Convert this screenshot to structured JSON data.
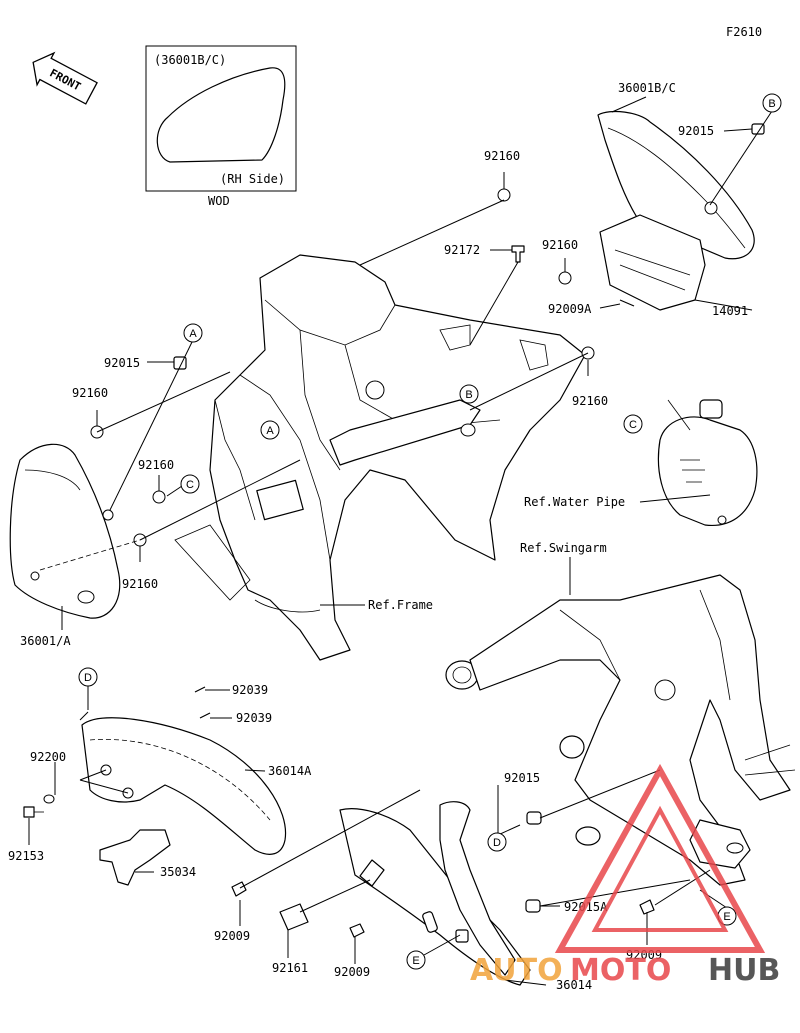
{
  "page": {
    "code": "F2610"
  },
  "front_arrow": {
    "label": "FRONT"
  },
  "inset": {
    "title": "(36001B/C)",
    "subtitle": "(RH Side)",
    "caption": "WOD"
  },
  "callouts": [
    "A",
    "B",
    "C",
    "D",
    "E"
  ],
  "labels": {
    "p_36001bc": "36001B/C",
    "p_92015_b": "92015",
    "p_92160_1": "92160",
    "p_92172": "92172",
    "p_92160_2": "92160",
    "p_92009a": "92009A",
    "p_14091": "14091",
    "p_92160_3": "92160",
    "p_92015_a": "92015",
    "p_92160_4": "92160",
    "p_92160_5": "92160",
    "p_92160_6": "92160",
    "p_36001a": "36001/A",
    "ref_water_pipe": "Ref.Water Pipe",
    "ref_swingarm": "Ref.Swingarm",
    "ref_frame": "Ref.Frame",
    "p_92039_1": "92039",
    "p_92039_2": "92039",
    "p_92200": "92200",
    "p_36014a": "36014A",
    "p_92153": "92153",
    "p_35034": "35034",
    "p_92015_d": "92015",
    "p_92015a": "92015A",
    "p_92009_1": "92009",
    "p_92161": "92161",
    "p_92009_2": "92009",
    "p_92009_3": "92009",
    "p_36014": "36014"
  },
  "watermark": {
    "part1": "AUTO",
    "part2": "MOTO",
    "part3": "HUB",
    "color_main": "#e8474b",
    "color_accent": "#f2a33a",
    "color_dark": "#3a3a3a"
  }
}
